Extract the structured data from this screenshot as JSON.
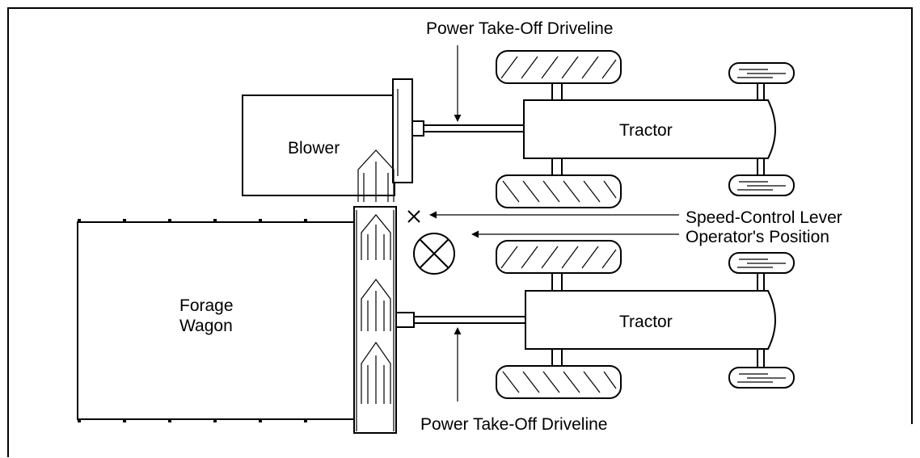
{
  "labels": {
    "pto_top": "Power Take-Off Driveline",
    "pto_bottom": "Power Take-Off Driveline",
    "blower": "Blower",
    "tractor_top": "Tractor",
    "tractor_bottom": "Tractor",
    "speed_lever": "Speed-Control Lever",
    "operator": "Operator's Position",
    "wagon_line1": "Forage",
    "wagon_line2": "Wagon"
  }
}
